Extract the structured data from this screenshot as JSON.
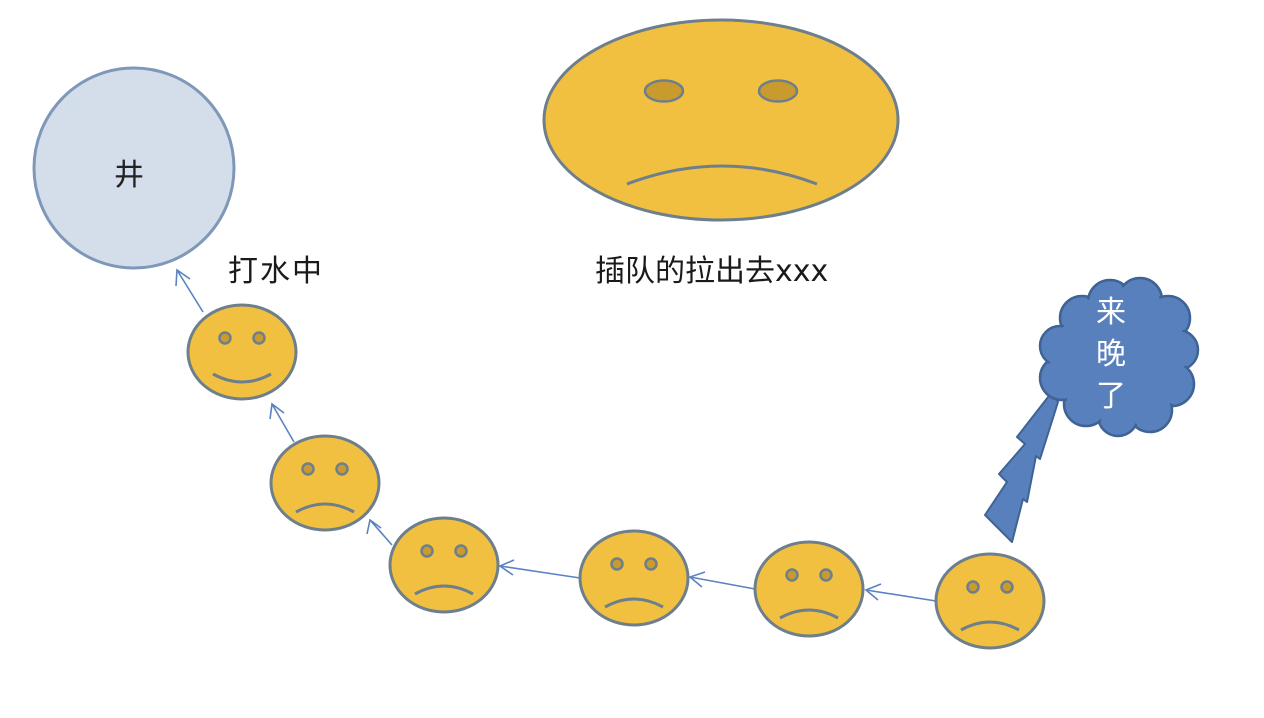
{
  "diagram": {
    "well": {
      "label": "井",
      "fill": "#d3deea",
      "stroke": "#7f97b8"
    },
    "drawing_water_label": "打水中",
    "big_face": {
      "caption": "插队的拉出去xxx",
      "expression": "sad",
      "fill": "#f2c040",
      "stroke": "#6d7f8c"
    },
    "late_bubble": {
      "lines": [
        "来",
        "晚",
        "了"
      ],
      "fill": "#5880bc",
      "stroke": "#3e6394",
      "text_color": "#ffffff"
    },
    "queue": [
      {
        "id": 1,
        "expression": "happy",
        "state": "at well"
      },
      {
        "id": 2,
        "expression": "sad"
      },
      {
        "id": 3,
        "expression": "sad"
      },
      {
        "id": 4,
        "expression": "sad"
      },
      {
        "id": 5,
        "expression": "sad"
      },
      {
        "id": 6,
        "expression": "sad",
        "state": "arrived late"
      }
    ],
    "colors": {
      "face_fill": "#f2c040",
      "face_stroke": "#6d7f8c",
      "eye_fill": "#c99a2e",
      "arrow": "#5b82c2"
    }
  }
}
